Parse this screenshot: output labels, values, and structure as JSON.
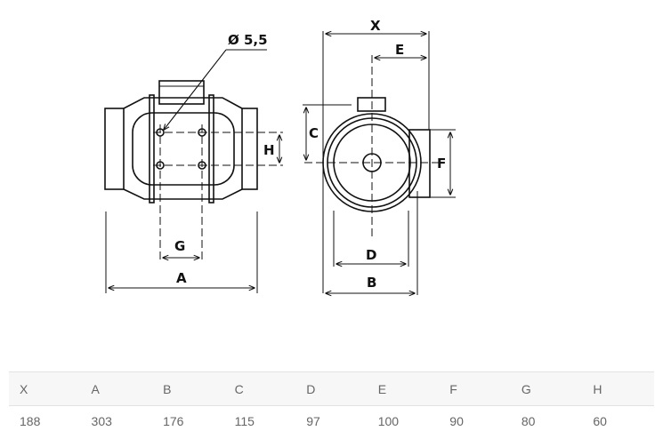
{
  "diagram": {
    "hole_label": "Ø 5,5",
    "labels": {
      "X": "X",
      "E": "E",
      "C": "C",
      "F": "F",
      "H": "H",
      "G": "G",
      "A": "A",
      "D": "D",
      "B": "B"
    }
  },
  "table": {
    "headers": [
      "X",
      "A",
      "B",
      "C",
      "D",
      "E",
      "F",
      "G",
      "H"
    ],
    "values": [
      "188",
      "303",
      "176",
      "115",
      "97",
      "100",
      "90",
      "80",
      "60"
    ]
  }
}
